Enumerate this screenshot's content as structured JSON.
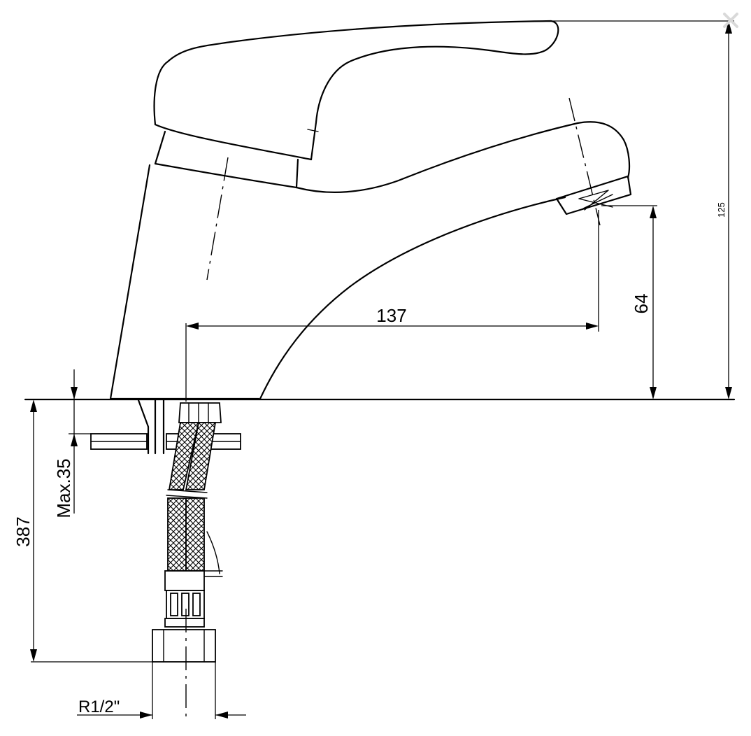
{
  "dimensions": {
    "total_height": "125",
    "spout_height": "64",
    "spout_reach": "137",
    "max_thickness": "Max.35",
    "hose_length": "387",
    "thread": "R1/2\""
  },
  "icons": {
    "close": "close-icon"
  },
  "colors": {
    "line": "#000000",
    "close_icon": "#d9d9d9",
    "background": "#ffffff"
  }
}
